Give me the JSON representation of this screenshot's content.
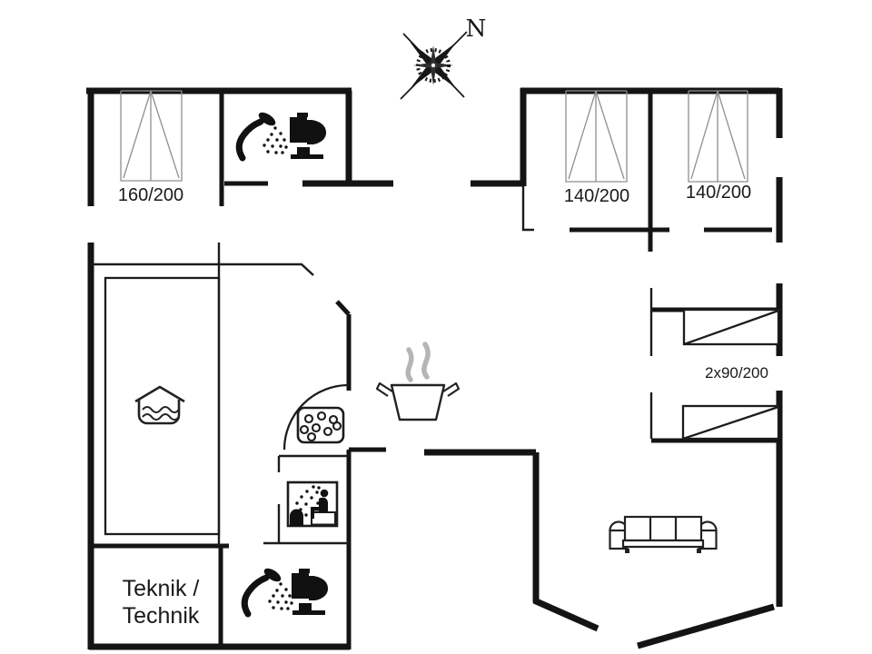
{
  "compass": {
    "label": "N"
  },
  "rooms": {
    "bedroom_1": {
      "bed_label": "160/200"
    },
    "bedroom_2": {
      "bed_label": "140/200"
    },
    "bedroom_3": {
      "bed_label": "140/200"
    },
    "bunk_room": {
      "bed_label": "2x90/200"
    },
    "technical_room": {
      "label_line1": "Teknik /",
      "label_line2": "Technik"
    }
  },
  "icons": [
    "compass-rose-icon",
    "double-bed-icon",
    "bunk-bed-icon",
    "shower-icon",
    "toilet-icon",
    "cooking-pot-icon",
    "indoor-pool-icon",
    "whirlpool-icon",
    "sauna-icon",
    "sofa-icon",
    "door-arc-icon"
  ],
  "colors": {
    "wall": "#141414",
    "background": "#ffffff",
    "bed_outline": "#8f8f8f",
    "steam": "#b5b5b5",
    "text": "#1a1a1a"
  }
}
